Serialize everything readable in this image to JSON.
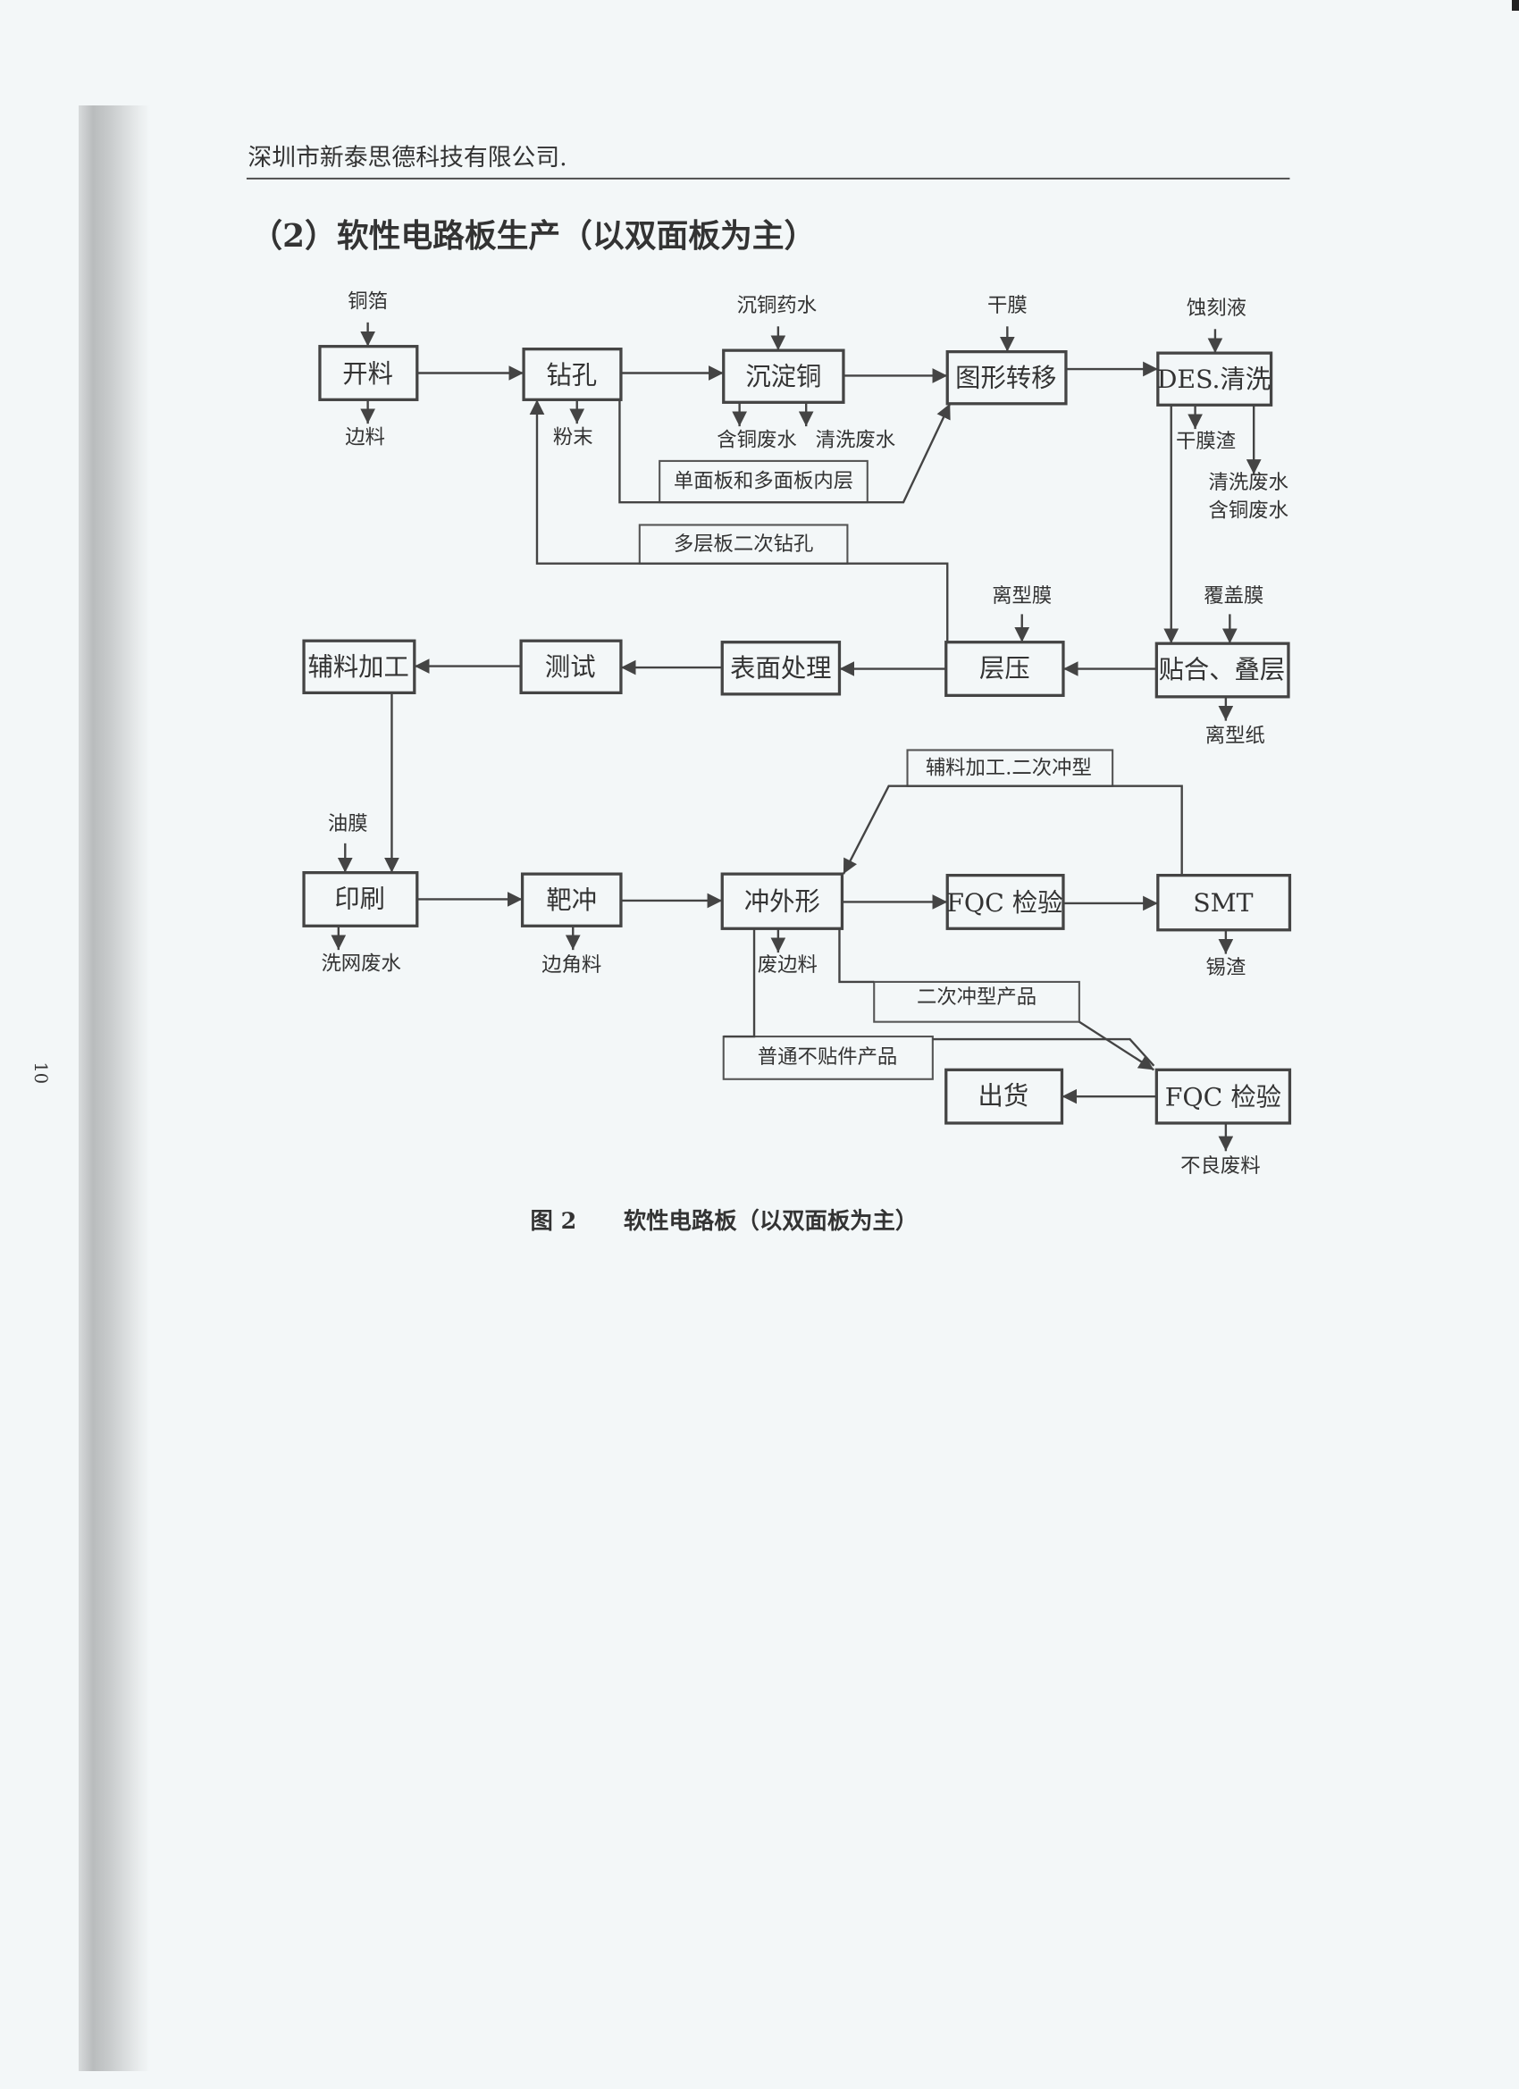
{
  "header": {
    "company": "深圳市新泰思德科技有限公司."
  },
  "section_title": "（2）软性电路板生产（以双面板为主）",
  "page_number": "10",
  "caption": {
    "figure": "图 2",
    "title": "软性电路板（以双面板为主）"
  },
  "process": {
    "kailiao": "开料",
    "zuankong": "钻孔",
    "chendiantong": "沉淀铜",
    "tuxingzhuanyi": "图形转移",
    "des": "DES.清洗",
    "fuliaojiagong": "辅料加工",
    "ceshi": "测试",
    "biaomian": "表面处理",
    "cengya": "层压",
    "tiehe": "贴合、叠层",
    "yinshua": "印刷",
    "bachong": "靶冲",
    "chongwaixing": "冲外形",
    "fqc1": "FQC 检验",
    "smt": "SMT",
    "chuhuo": "出货",
    "fqc2": "FQC 检验"
  },
  "inputs": {
    "tongbo": "铜箔",
    "chentongyaoshui": "沉铜药水",
    "ganmo": "干膜",
    "shikeye": "蚀刻液",
    "lixingmo": "离型膜",
    "fugaimo": "覆盖膜",
    "youmo": "油膜"
  },
  "outputs": {
    "bianliao": "边料",
    "fenmo": "粉末",
    "hantongfeishui": "含铜废水",
    "qingxifeishui": "清洗废水",
    "ganmozha": "干膜渣",
    "qingxifeishui2": "清洗废水",
    "hantongfeishui2": "含铜废水",
    "lixingzhi": "离型纸",
    "xiwangfeishui": "洗网废水",
    "bianjiaoliao": "边角料",
    "feibianliao": "废边料",
    "xizha": "锡渣",
    "buliangfeiliao": "不良废料"
  },
  "routes": {
    "danmianban": "单面板和多面板内层",
    "duocengban": "多层板二次钻孔",
    "fuliaoerci": "辅料加工.二次冲型",
    "ercichongxing": "二次冲型产品",
    "putong": "普通不贴件产品"
  }
}
